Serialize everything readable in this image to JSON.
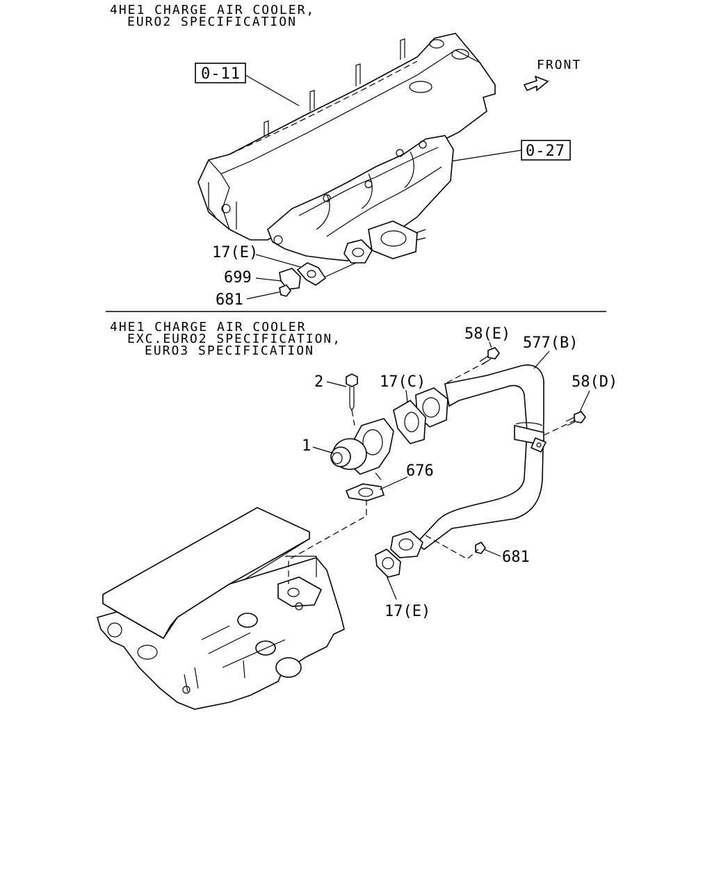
{
  "top_section": {
    "header_line1": "4HE1 CHARGE AIR COOLER,",
    "header_line2": "EURO2 SPECIFICATION",
    "front_label": "FRONT",
    "ref_head": "0-11",
    "ref_manifold": "0-27",
    "callouts": [
      "17(E)",
      "699",
      "681"
    ]
  },
  "bottom_section": {
    "header_line1": "4HE1 CHARGE AIR COOLER",
    "header_line2": "EXC.EURO2 SPECIFICATION,",
    "header_line3": "EURO3 SPECIFICATION",
    "callouts": [
      "58(E)",
      "577(B)",
      "2",
      "17(C)",
      "58(D)",
      "1",
      "676",
      "681",
      "17(E)"
    ]
  }
}
